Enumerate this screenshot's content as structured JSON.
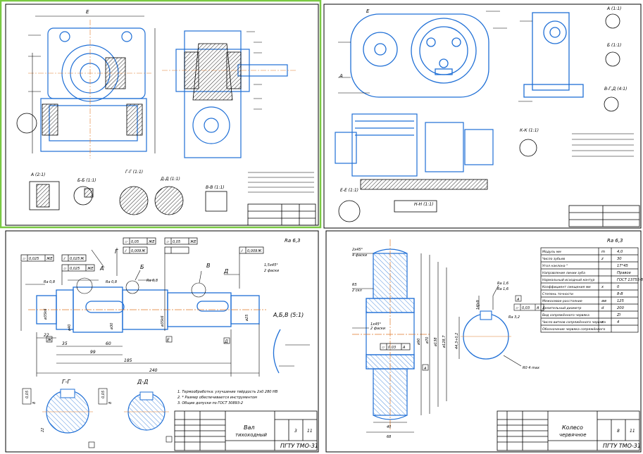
{
  "colors": {
    "background": "#ffffff",
    "line": "#000000",
    "drawing_blue": "#1f6fd6",
    "selection_green": "#7ac943",
    "hatch": "#2a2a2a",
    "centerline": "#e07a2a"
  },
  "sheet_tl": {
    "views": {
      "a": "А (2:1)",
      "bb": "Б-Б (1:1)",
      "gg": "Г-Г (1:1)",
      "dd": "Д-Д (1:1)",
      "v": "В-В (1:1)"
    },
    "markers": {
      "e": "Е"
    }
  },
  "sheet_tr": {
    "views": {
      "a": "А (1:1)",
      "b": "Б (1:1)",
      "vgd": "В-Г,Д (4:1)",
      "kk": "К-К (1:1)",
      "ee": "Е-Е (1:1)",
      "nn": "Н-Н (1:1)"
    },
    "markers": {
      "e": "Е",
      "a": "А"
    }
  },
  "sheet_bl": {
    "roughness": "Ra 6,3",
    "tolerances": [
      {
        "sym": "⌭",
        "val": "0,025",
        "base": "ЖЕ"
      },
      {
        "sym": "⫽",
        "val": "0,025",
        "base": "Ж"
      },
      {
        "sym": "⌭",
        "val": "0,025",
        "base": "ЖЕ"
      },
      {
        "sym": "⌭",
        "val": "0,05",
        "base": "ЖЕ"
      },
      {
        "sym": "⫽",
        "val": "0,009",
        "base": "Ж"
      },
      {
        "sym": "⌭",
        "val": "0,05",
        "base": "ЖЕ"
      },
      {
        "sym": "⫽",
        "val": "0,009",
        "base": "Ж"
      }
    ],
    "ra_labels": [
      "Ra 0,8",
      "Ra 0,8",
      "Ra 0,8"
    ],
    "leaders": {
      "a": "А",
      "b": "Б",
      "v": "В",
      "g": "Г",
      "d": "Д"
    },
    "chamfer": [
      "1,5х45°",
      "2 фаски"
    ],
    "dims_h": [
      "22",
      "35",
      "60",
      "99",
      "185",
      "240"
    ],
    "dims_v": [
      "ø35k6",
      "ø40",
      "ø30",
      "ø35k6",
      "ø25"
    ],
    "marks": {
      "zh": "Ж",
      "e": "Е",
      "d": "Д"
    },
    "detail_label": "А,Б,В (5:1)",
    "sections": {
      "gg": "Г-Г",
      "dd": "Д-Д"
    },
    "section_dims": [
      "0,05",
      "8",
      "22",
      "8",
      "0,05"
    ],
    "notes": [
      "1. Термообработка: улучшение твёрдость 2х0 280 НВ",
      "2. * Размер обеспечивается инструментом",
      "3. Общие допуски по ГОСТ 30893-2"
    ],
    "stamp": {
      "title_line1": "Вал",
      "title_line2": "тихоходный",
      "org": "ПГТУ ТМО-31",
      "sheet": "3",
      "sheets": "11"
    }
  },
  "sheet_br": {
    "roughness": "Ra 6,3",
    "chamfer_top": [
      "2х45°",
      "4 фаски"
    ],
    "chamfer_mid": [
      "1х45°",
      "2 фаски"
    ],
    "r_label": [
      "R5",
      "2 скл"
    ],
    "dims_v": [
      "ø90",
      "ø70",
      "ø138",
      "ø128,7"
    ],
    "dims_h": [
      "40",
      "68"
    ],
    "tol_box": {
      "sym": "⌭",
      "val": "0,03",
      "base": "А"
    },
    "ra_labels": [
      "Ra 1,6",
      "Ra 3,2",
      "Ra 1,6"
    ],
    "key_dim": "14Js9",
    "keyway_dim": "44,3+0,2",
    "radius_note": "R0 4 max",
    "marker": "А",
    "table": [
      [
        "Модуль мм",
        "m",
        "4,0"
      ],
      [
        "Число зубьев",
        "z",
        "30"
      ],
      [
        "Угол наклона °",
        "",
        "17°45"
      ],
      [
        "Направление линии зуба",
        "",
        "Правое"
      ],
      [
        "Нормальный исходный контур",
        "",
        "ГОСТ 13755-81"
      ],
      [
        "Коэффициент смещения мм",
        "x",
        "0"
      ],
      [
        "Степень точности",
        "",
        "8-В"
      ],
      [
        "Межосевое расстояние",
        "aw",
        "125"
      ],
      [
        "Делительный диаметр",
        "d",
        "200"
      ],
      [
        "Вид сопряжённого червяка",
        "",
        "ZI"
      ],
      [
        "Число витков сопряжённого червяка",
        "z",
        "4"
      ],
      [
        "Обозначение червяка сопряжённого",
        "",
        ""
      ]
    ],
    "stamp": {
      "title_line1": "Колесо",
      "title_line2": "червячное",
      "org": "ПГТУ ТМО-31",
      "sheet": "8",
      "sheets": "11"
    }
  }
}
